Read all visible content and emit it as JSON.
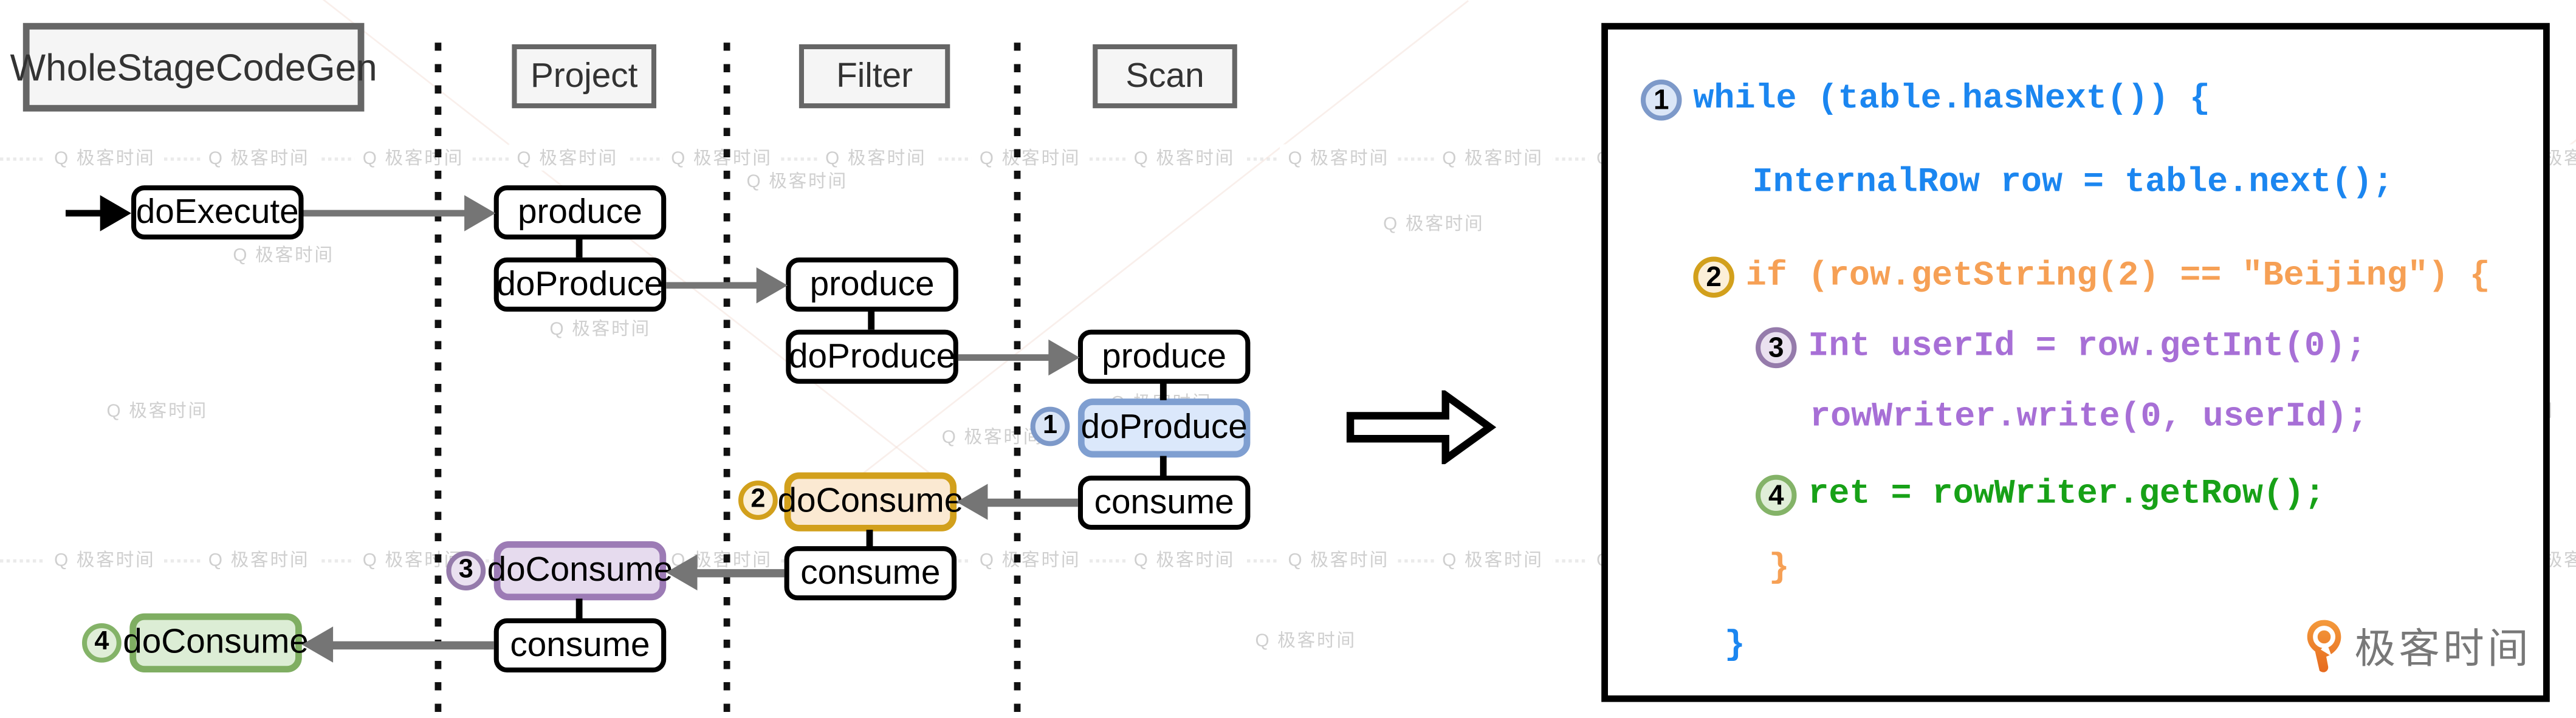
{
  "title": "WholeStageCodeGen pipeline diagram",
  "headers": {
    "wholestage": "WholeStageCodeGen",
    "columns": [
      {
        "label": "Project"
      },
      {
        "label": "Filter"
      },
      {
        "label": "Scan"
      }
    ]
  },
  "labels": {
    "doExecute": "doExecute",
    "produce": "produce",
    "doProduce": "doProduce",
    "consume": "consume",
    "doConsume": "doConsume"
  },
  "badges": {
    "b1": "1",
    "b2": "2",
    "b3": "3",
    "b4": "4"
  },
  "code": {
    "lines": [
      {
        "badge": "1",
        "text": "while (table.hasNext()) {"
      },
      {
        "text": "InternalRow row = table.next();"
      },
      {
        "badge": "2",
        "text": "if (row.getString(2) == \"Beijing\") {"
      },
      {
        "badge": "3",
        "text": "Int userId = row.getInt(0);"
      },
      {
        "text": "rowWriter.write(0, userId);"
      },
      {
        "badge": "4",
        "text": "ret = rowWriter.getRow();"
      },
      {
        "text": "}"
      },
      {
        "text": "}"
      }
    ]
  },
  "logo": {
    "text": "极客时间"
  },
  "watermark": {
    "mark_prefix": "Q",
    "text": "极客时间"
  },
  "colors": {
    "code_blue": "#1b86f0",
    "code_orange": "#f6a055",
    "code_purple": "#a76fd6",
    "code_green": "#17a117",
    "badge1_border": "#7d99c9",
    "badge1_fill": "#dbe6f7",
    "badge2_border": "#d2a01c",
    "badge2_fill": "#fcefd8",
    "badge3_border": "#957bab",
    "badge3_fill": "#eae1f0",
    "badge4_border": "#84b368",
    "badge4_fill": "#e0eed8",
    "node_blue_fill": "#dbe8fb",
    "node_blue_border": "#7f9fd1",
    "node_orange_fill": "#fbe9d2",
    "node_orange_border": "#d2a01c",
    "node_purple_fill": "#e6dbee",
    "node_purple_border": "#9c7bb5",
    "node_green_fill": "#dcedd5",
    "node_green_border": "#7fae62",
    "header_fill": "#f5f5f5",
    "header_border": "#666666",
    "arrow_gray": "#757575",
    "logo_orange": "#ef8431",
    "logo_text_gray": "#787878"
  }
}
